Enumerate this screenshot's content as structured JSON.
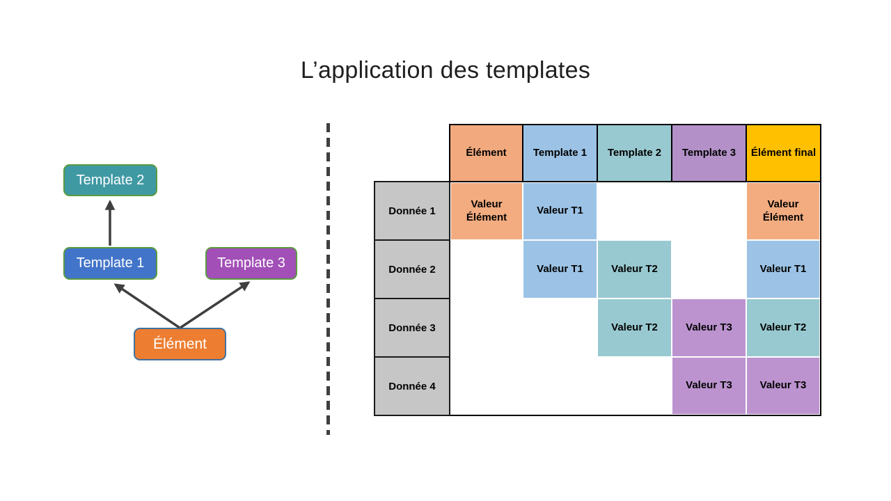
{
  "slide": {
    "title": "L’application des templates",
    "background": "#FFFFFF"
  },
  "diagram": {
    "nodes": [
      {
        "label": "Template 2",
        "fill": "#3F99A3",
        "border": "#5B9B41"
      },
      {
        "label": "Template 1",
        "fill": "#4274C9",
        "border": "#5B9B41"
      },
      {
        "label": "Template 3",
        "fill": "#A24FB7",
        "border": "#5B9B41"
      },
      {
        "label": "Élément",
        "fill": "#ED7D31",
        "border": "#41719C"
      }
    ],
    "edges": [
      {
        "from": "Élément",
        "to": "Template 1"
      },
      {
        "from": "Élément",
        "to": "Template 3"
      },
      {
        "from": "Template 1",
        "to": "Template 2"
      }
    ],
    "arrow_color": "#3F3F3F"
  },
  "divider": {
    "style": "dashed-vertical",
    "color": "#3F3F3F"
  },
  "table": {
    "column_headers": [
      {
        "label": "Élément",
        "color": "#F1A97D"
      },
      {
        "label": "Template 1",
        "color": "#9CC3E6"
      },
      {
        "label": "Template 2",
        "color": "#98C9D0"
      },
      {
        "label": "Template 3",
        "color": "#B391C8"
      },
      {
        "label": "Élément final",
        "color": "#FFC000"
      }
    ],
    "row_headers": [
      "Donnée 1",
      "Donnée 2",
      "Donnée 3",
      "Donnée 4"
    ],
    "row_header_color": "#C6C6C6",
    "value_colors": {
      "Valeur Élément": "#F2AC80",
      "Valeur T1": "#9CC3E6",
      "Valeur T2": "#98C9D0",
      "Valeur T3": "#BC93CF"
    },
    "rows": [
      [
        "Valeur Élément",
        "Valeur T1",
        "",
        "",
        "Valeur Élément"
      ],
      [
        "",
        "Valeur T1",
        "Valeur T2",
        "",
        "Valeur T1"
      ],
      [
        "",
        "",
        "Valeur T2",
        "Valeur T3",
        "Valeur T2"
      ],
      [
        "",
        "",
        "",
        "Valeur T3",
        "Valeur T3"
      ]
    ]
  }
}
